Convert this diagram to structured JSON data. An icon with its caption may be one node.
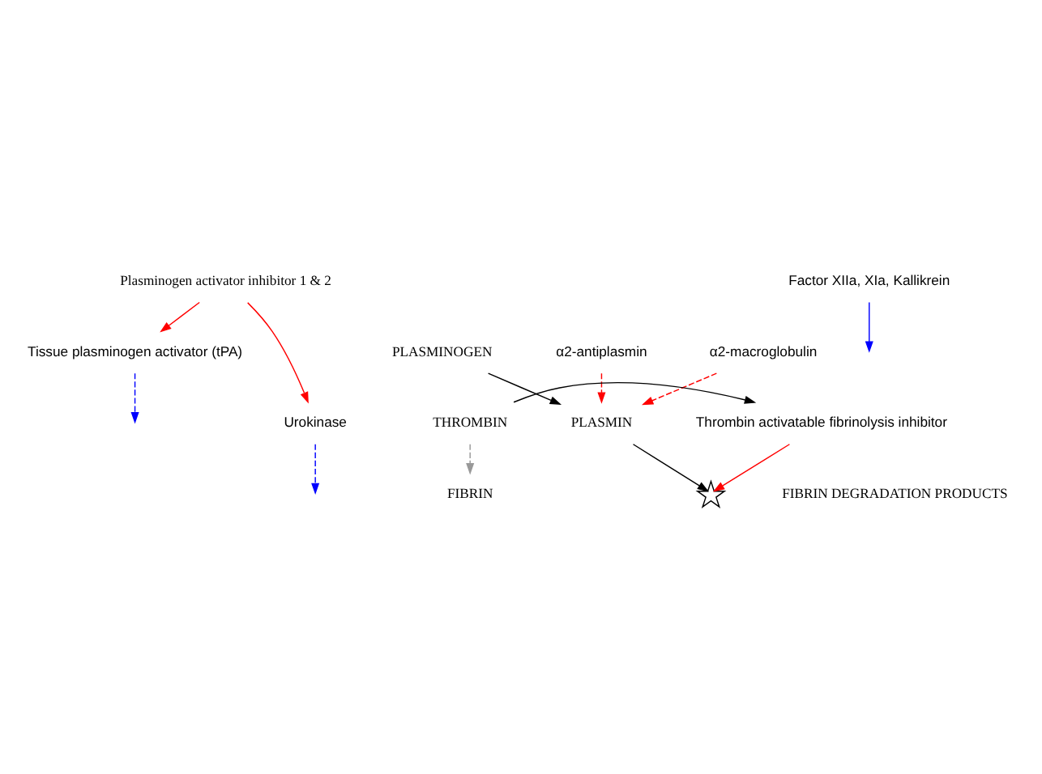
{
  "diagram": {
    "nodes": [
      {
        "text": [
          "Tissue plasminogen activator (tPA)"
        ]
      },
      {
        "text": [
          "PLASMINOGEN"
        ]
      },
      {
        "text": [
          "Plasminogen activator inhibitor 1 & 2"
        ]
      },
      {
        "text": [
          "Factor XIIa, XIa, Kallikrein"
        ]
      },
      {
        "text": [
          "Urokinase"
        ]
      },
      {
        "text": [
          "PLASMIN"
        ]
      },
      {
        "text": [
          "α2-antiplasmin"
        ]
      },
      {
        "text": [
          "α2-macroglobulin"
        ]
      },
      {
        "text": [
          "FIBRIN"
        ]
      },
      {
        "text": [],
        "shape": "picture"
      },
      {
        "text": [
          "FIBRIN DEGRADATION PRODUCTS"
        ]
      },
      {
        "text": [
          "THROMBIN"
        ]
      },
      {
        "text": [
          "Thrombin activatable fibrinolysis inhibitor"
        ]
      }
    ],
    "edges": [
      {
        "from": 0,
        "to": null,
        "arrow": "to",
        "style": "dashed",
        "color": "#0000ff"
      },
      {
        "from": 2,
        "to": 0,
        "arrow": "to",
        "color": "#ff0000"
      },
      {
        "from": 2,
        "to": 4,
        "arrow": "to",
        "color": "#ff0000"
      },
      {
        "from": 3,
        "to": null,
        "arrow": "to",
        "color": "#0000ff"
      },
      {
        "from": 4,
        "to": null,
        "arrow": "to",
        "style": "dashed",
        "color": "#0000ff"
      },
      {
        "from": 1,
        "to": 5,
        "arrow": "to",
        "color": "#000000"
      },
      {
        "from": 6,
        "to": 5,
        "arrow": "to",
        "style": "dashed",
        "color": "#ff0000"
      },
      {
        "from": 7,
        "to": 5,
        "arrow": "to",
        "style": "dashed",
        "color": "#ff0000"
      },
      {
        "from": 5,
        "to": 9,
        "arrow": "to",
        "color": "#000000"
      },
      {
        "from": 12,
        "to": 9,
        "arrow": "to",
        "color": "#ff0000"
      },
      {
        "from": 11,
        "to": 8,
        "arrow": "to",
        "style": "dashed",
        "color": "#999999"
      },
      {
        "from": 11,
        "to": 12,
        "arrow": "to",
        "color": "#000000"
      }
    ]
  }
}
